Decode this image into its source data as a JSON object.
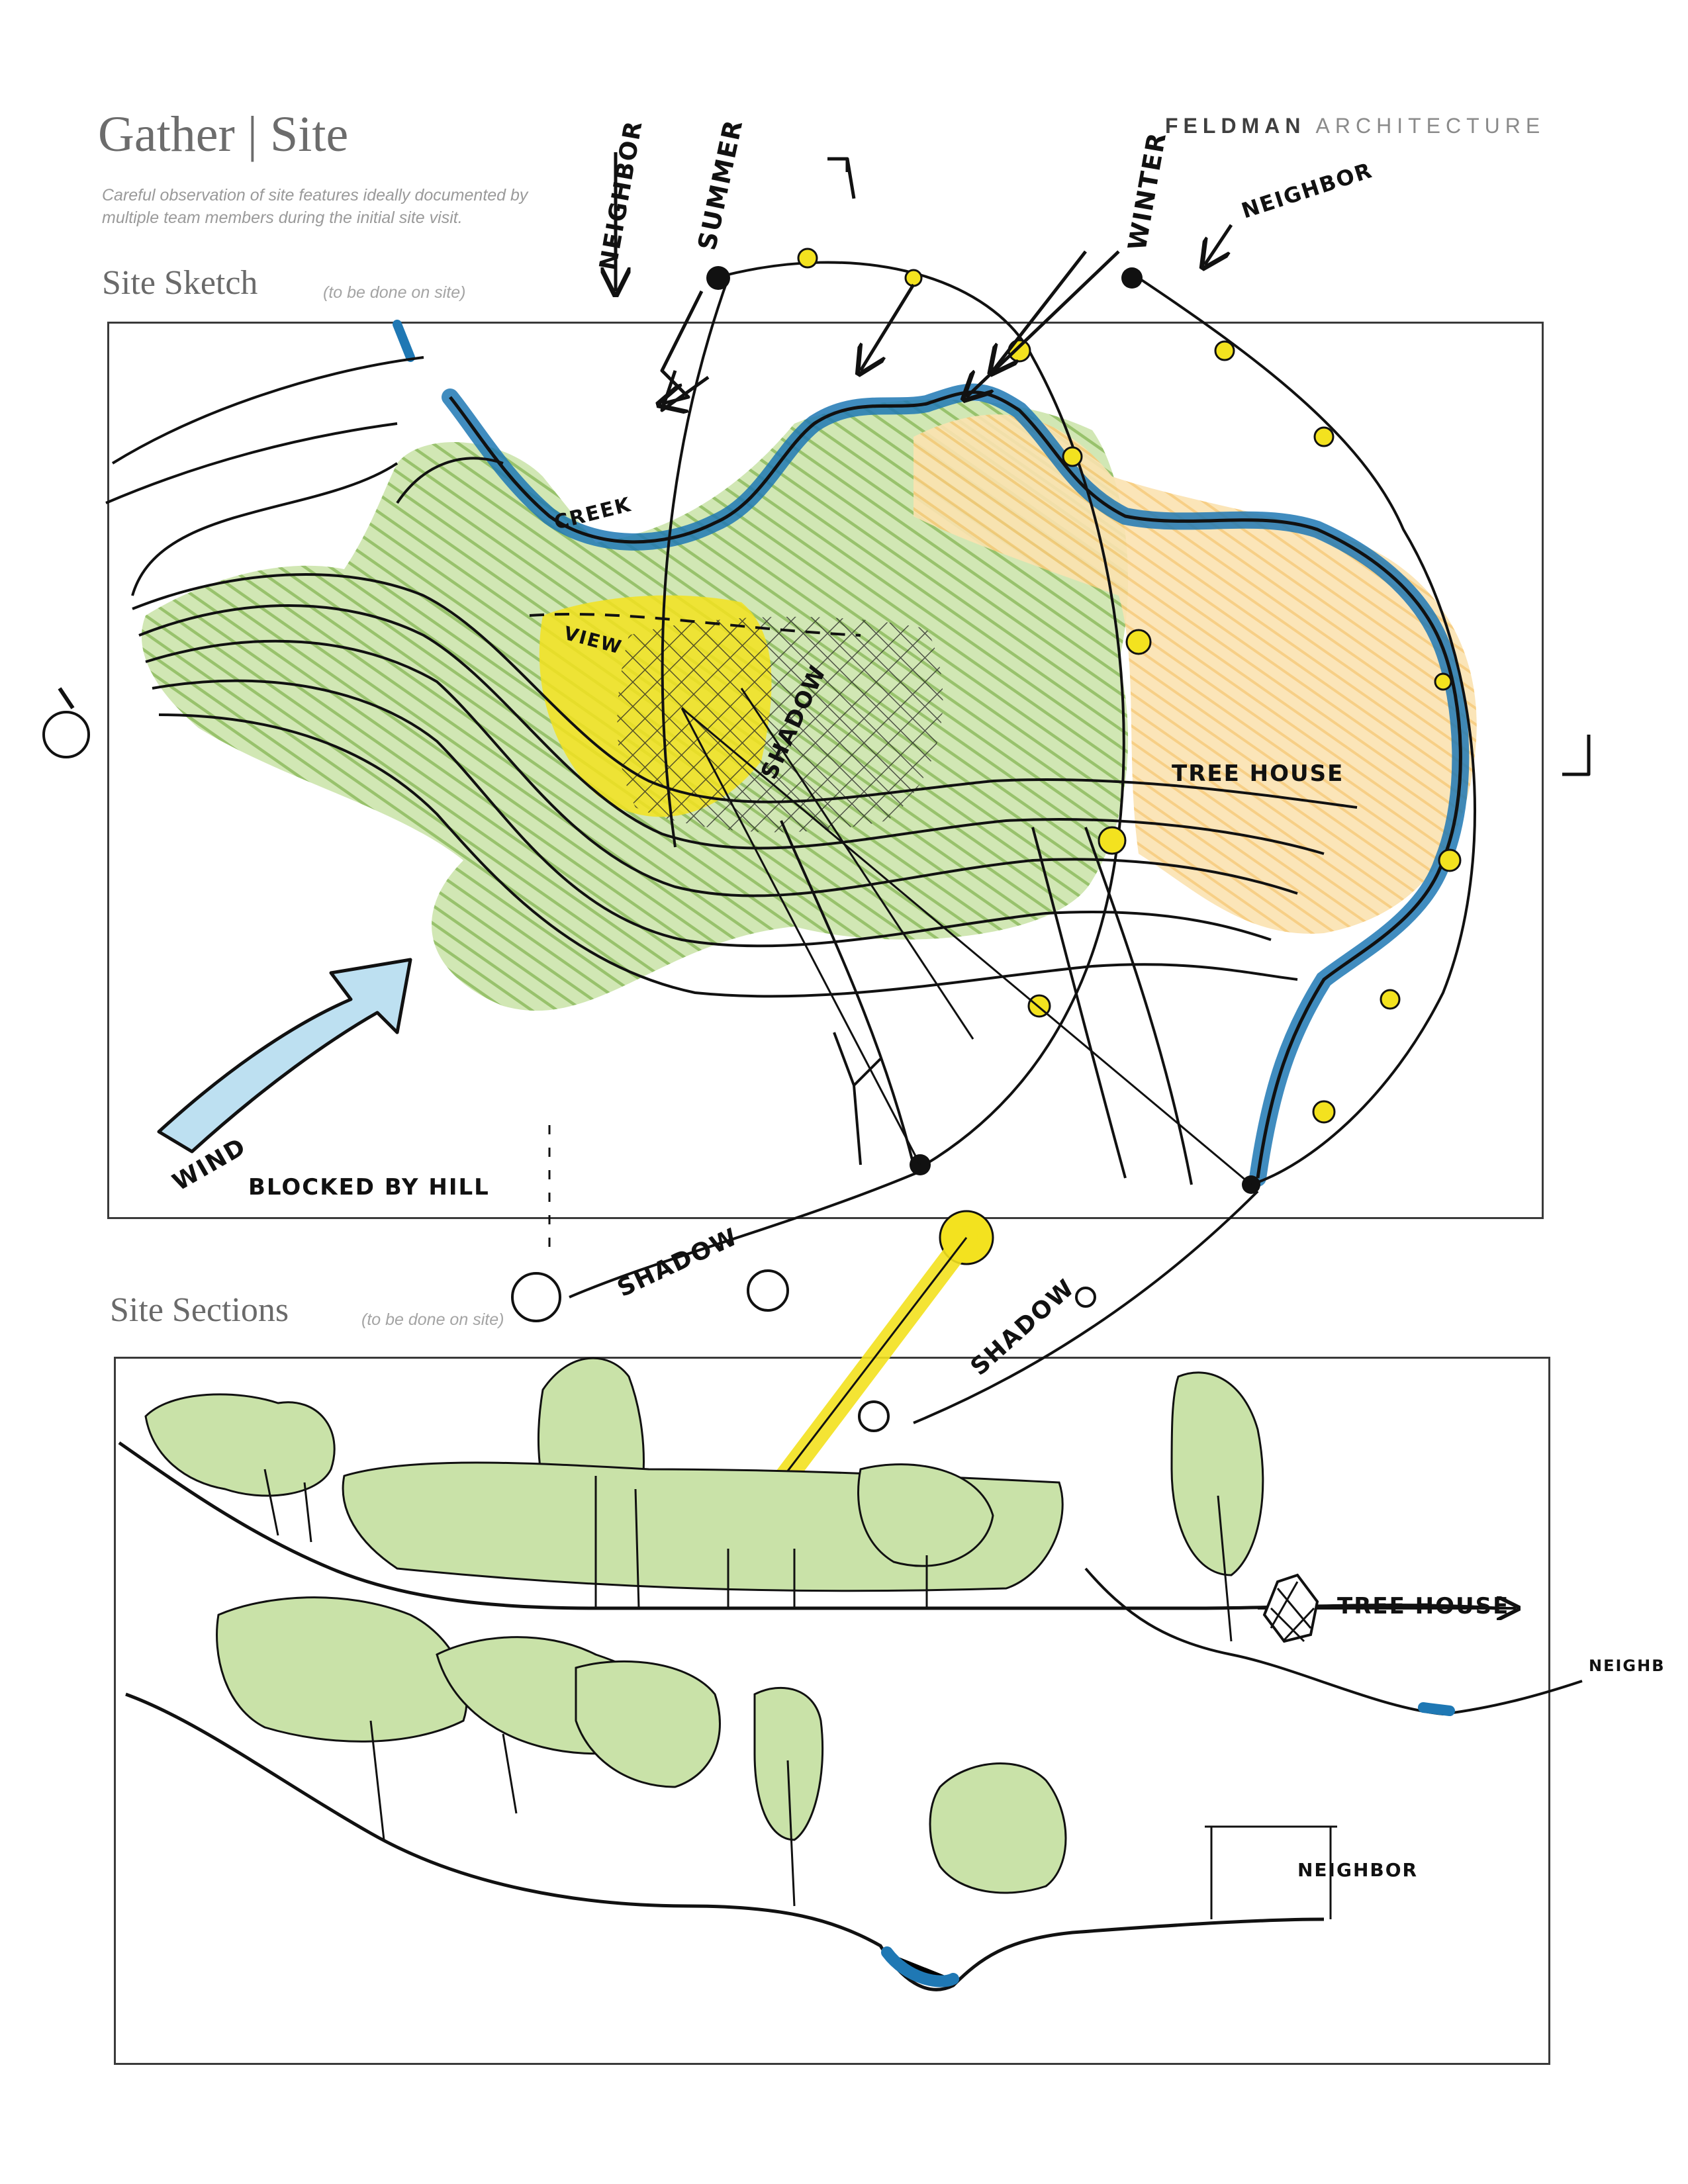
{
  "header": {
    "title": "Gather | Site",
    "brand_bold": "FELDMAN",
    "brand_light": "ARCHITECTURE",
    "intro": "Careful observation of site features ideally documented by multiple team members during the initial site visit."
  },
  "site_sketch": {
    "heading": "Site Sketch",
    "note": "(to be done on site)",
    "labels": {
      "neighbor_left": "NEIGHBOR",
      "summer": "SUMMER",
      "winter": "WINTER",
      "neighbor_right": "NEIGHBOR",
      "creek": "CREEK",
      "view": "VIEW",
      "shadow_center": "SHADOW",
      "tree_house": "TREE HOUSE",
      "wind": "WIND",
      "blocked": "BLOCKED BY HILL",
      "shadow_lower": "SHADOW",
      "shadow_right": "SHADOW"
    }
  },
  "site_sections": {
    "heading": "Site Sections",
    "note": "(to be done on site)",
    "labels": {
      "tree_house": "TREE HOUSE",
      "neighbor_upper": "NEIGHB",
      "neighbor_lower": "NEIGHBOR"
    }
  },
  "colors": {
    "ink": "#111111",
    "green": "#7fb24a",
    "yellow": "#f3e21f",
    "orange": "#f5c46a",
    "blue": "#1f78b4"
  }
}
